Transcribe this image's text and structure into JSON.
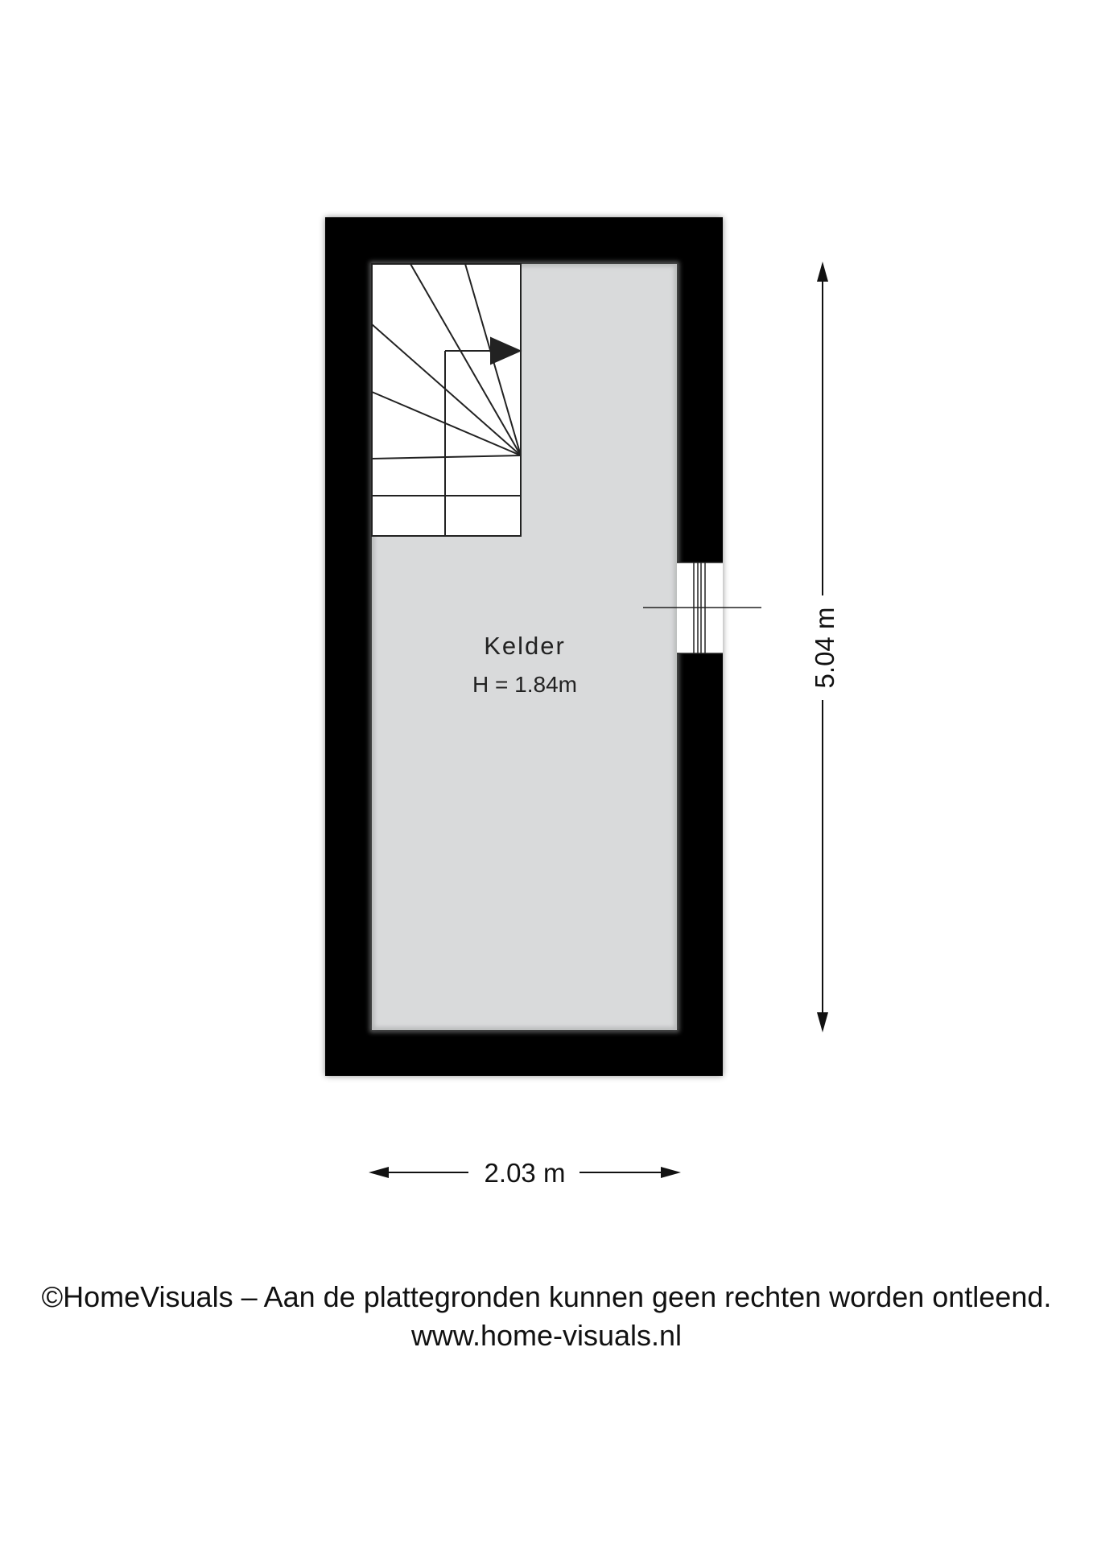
{
  "room": {
    "name": "Kelder",
    "height_label": "H = 1.84m"
  },
  "dimensions": {
    "width_label": "2.03 m",
    "length_label": "5.04 m"
  },
  "footer": {
    "disclaimer": "©HomeVisuals – Aan de plattegronden kunnen geen rechten worden ontleend.",
    "website": "www.home-visuals.nl"
  },
  "colors": {
    "wall": "#000000",
    "floor": "#d9dadb",
    "stair": "#ffffff",
    "line": "#222222"
  }
}
